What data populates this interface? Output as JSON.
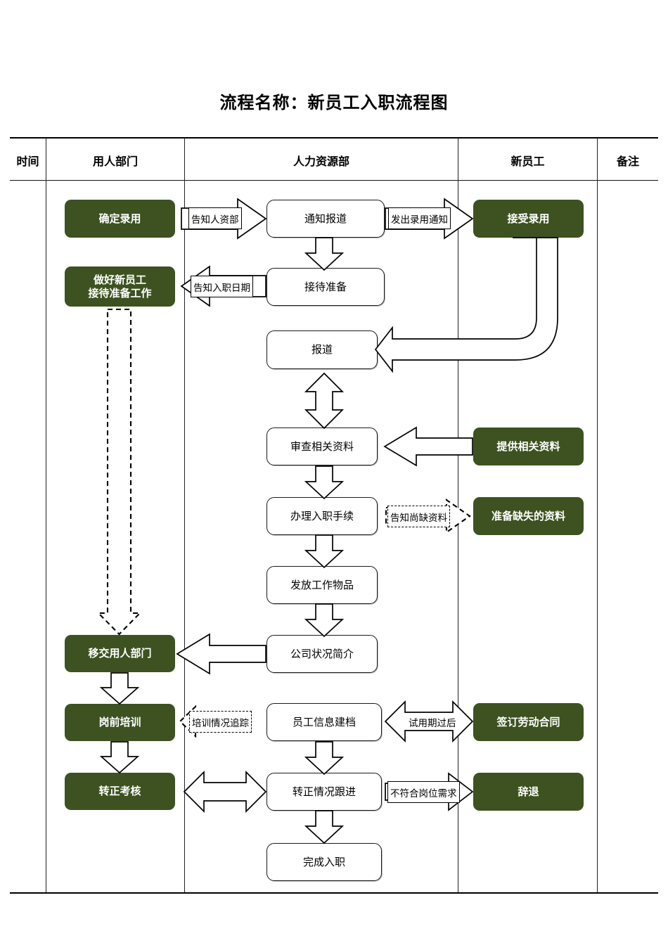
{
  "title": "流程名称：新员工入职流程图",
  "colors": {
    "green": "#3D5220",
    "outline": "#1a1a1a",
    "paper": "#ffffff"
  },
  "table": {
    "columns": [
      {
        "key": "time",
        "label": "时间"
      },
      {
        "key": "dept",
        "label": "用人部门"
      },
      {
        "key": "hr",
        "label": "人力资源部"
      },
      {
        "key": "staff",
        "label": "新员工"
      },
      {
        "key": "remark",
        "label": "备注"
      }
    ]
  },
  "nodes": {
    "dept": [
      {
        "id": "n-queding",
        "label": "确定录用"
      },
      {
        "id": "n-zhunbei",
        "label": "做好新员工\n接待准备工作"
      },
      {
        "id": "n-yijiao",
        "label": "移交用人部门"
      },
      {
        "id": "n-gangqian",
        "label": "岗前培训"
      },
      {
        "id": "n-zhuanzheng",
        "label": "转正考核"
      }
    ],
    "hr": [
      {
        "id": "n-tongzhi",
        "label": "通知报道"
      },
      {
        "id": "n-jiedai",
        "label": "接待准备"
      },
      {
        "id": "n-baodao",
        "label": "报道"
      },
      {
        "id": "n-shencha",
        "label": "审查相关资料"
      },
      {
        "id": "n-banli",
        "label": "办理入职手续"
      },
      {
        "id": "n-fafang",
        "label": "发放工作物品"
      },
      {
        "id": "n-gongsi",
        "label": "公司状况简介"
      },
      {
        "id": "n-jiandang",
        "label": "员工信息建档"
      },
      {
        "id": "n-genjin",
        "label": "转正情况跟进"
      },
      {
        "id": "n-wancheng",
        "label": "完成入职"
      }
    ],
    "staff": [
      {
        "id": "n-jieshou",
        "label": "接受录用"
      },
      {
        "id": "n-tigong",
        "label": "提供相关资料"
      },
      {
        "id": "n-zhunbeique",
        "label": "准备缺失的资料"
      },
      {
        "id": "n-qianding",
        "label": "签订劳动合同"
      },
      {
        "id": "n-citui",
        "label": "辞退"
      }
    ]
  },
  "connector_labels": [
    {
      "id": "lbl-gaozhi-renzi",
      "text": "告知人资部",
      "style": "solid"
    },
    {
      "id": "lbl-churu-tongzhi",
      "text": "发出录用通知",
      "style": "solid"
    },
    {
      "id": "lbl-ruzhi-riqi",
      "text": "告知入职日期",
      "style": "solid"
    },
    {
      "id": "lbl-shangque",
      "text": "告知尚缺资料",
      "style": "dashed"
    },
    {
      "id": "lbl-peixun-zhuizong",
      "text": "培训情况追踪",
      "style": "dashed"
    },
    {
      "id": "lbl-shiyongqi",
      "text": "试用期过后",
      "style": "plain"
    },
    {
      "id": "lbl-bufuhe",
      "text": "不符合岗位需求",
      "style": "solid"
    }
  ]
}
